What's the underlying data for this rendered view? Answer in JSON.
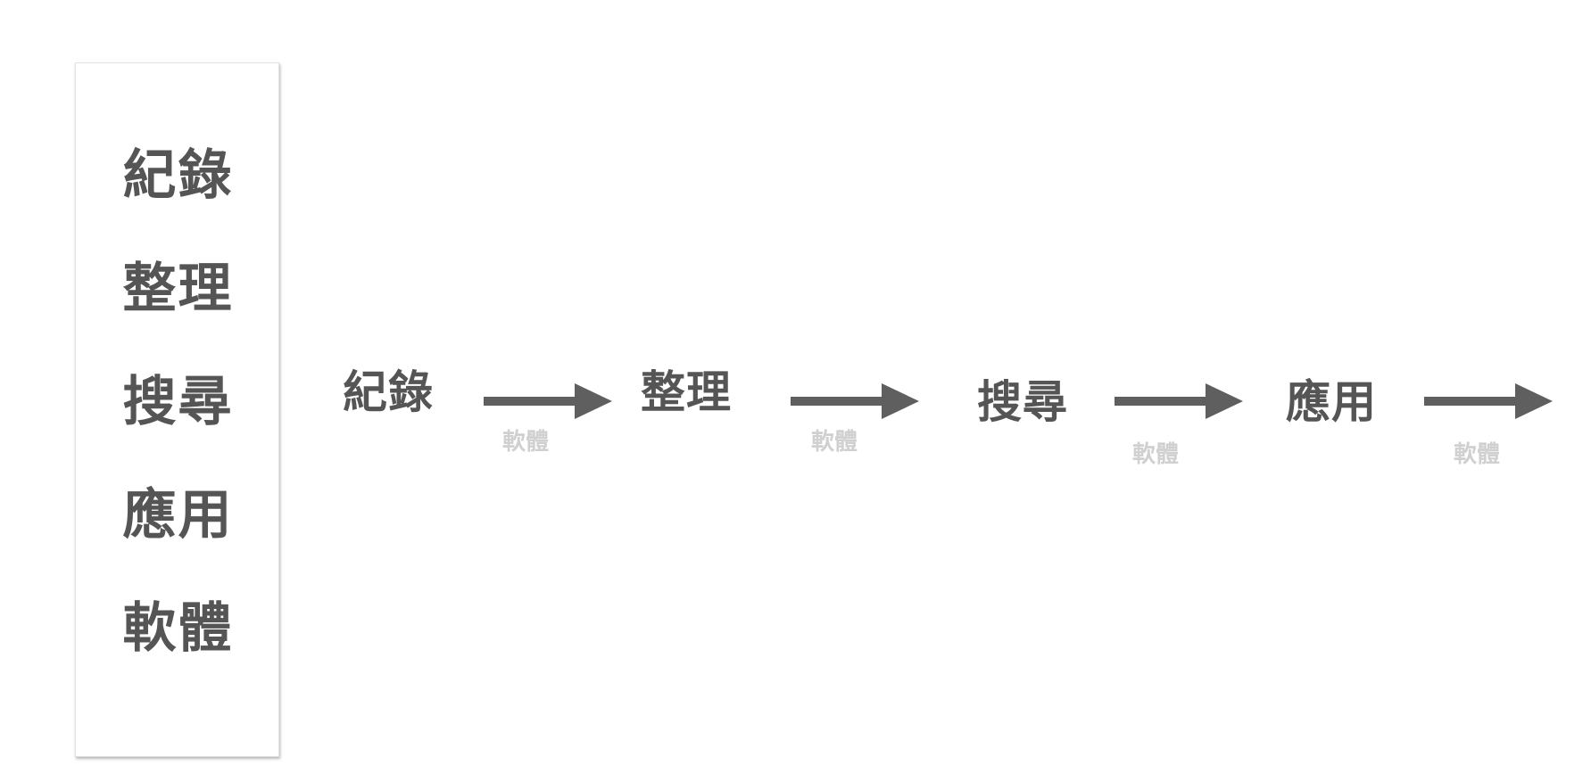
{
  "sidebar": {
    "items": [
      "紀錄",
      "整理",
      "搜尋",
      "應用",
      "軟體"
    ]
  },
  "flow": {
    "stages": [
      "紀錄",
      "整理",
      "搜尋",
      "應用"
    ],
    "arrow_captions": [
      "軟體",
      "軟體",
      "軟體",
      "軟體"
    ]
  },
  "colors": {
    "text": "#555555",
    "arrow": "#5f5f5f",
    "caption": "#d0d0d0"
  },
  "icons": {
    "arrow": "arrow-right-icon"
  }
}
